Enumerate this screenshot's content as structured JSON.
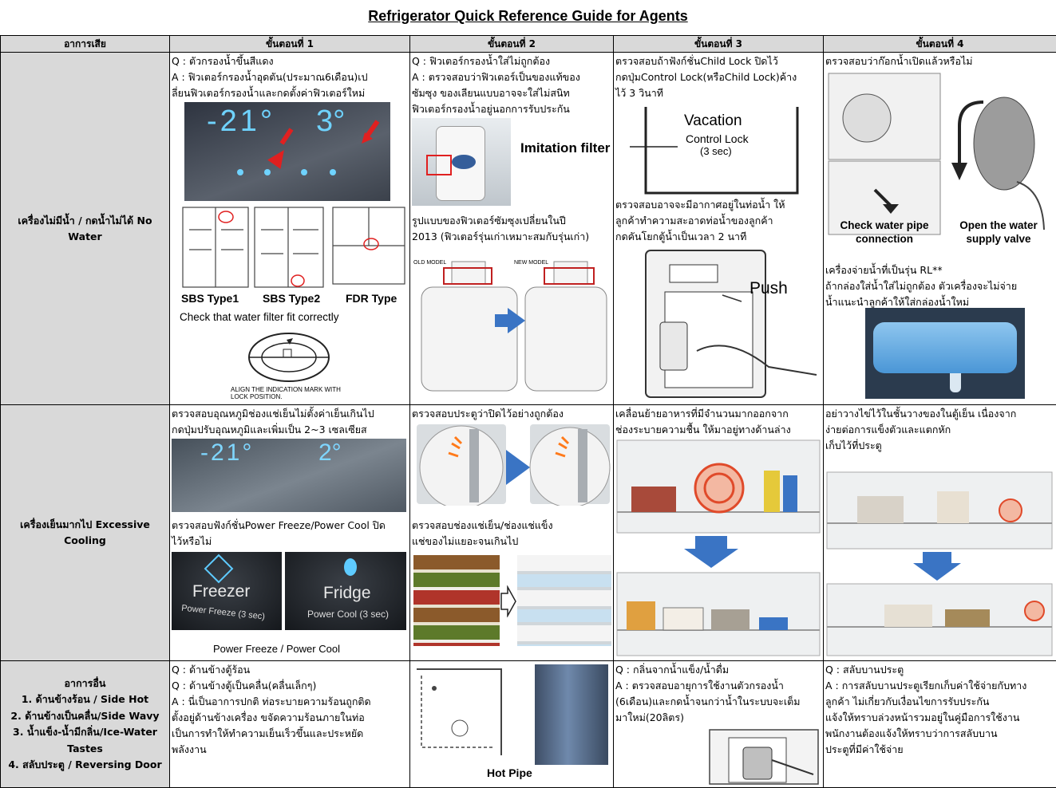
{
  "title": "Refrigerator Quick Reference Guide for Agents",
  "headers": [
    "อาการเสีย",
    "ขั้นตอนที่ 1",
    "ขั้นตอนที่ 2",
    "ขั้นตอนที่ 3",
    "ขั้นตอนที่ 4"
  ],
  "rows": [
    {
      "symptom": "เครื่องไม่มีน้ำ / กดน้ำไม่ได้ No Water",
      "step1": {
        "lines": [
          "Q : ตัวกรองน้ำขึ้นสีแดง",
          "A : ฟิวเตอร์กรองน้ำอุดตัน(ประมาณ6เดือน)เป",
          "ลี่ยนฟิวเตอร์กรองน้ำและกดตั้งค่าฟิวเตอร์ใหม่"
        ],
        "display_left": "-21°",
        "display_right": "3°",
        "types": [
          "SBS Type1",
          "SBS Type2",
          "FDR Type"
        ],
        "note": "Check that water filter fit correctly",
        "align_label": "ALIGN THE INDICATION MARK WITH LOCK POSITION."
      },
      "step2": {
        "lines": [
          "Q : ฟิวเตอร์กรองน้ำใส่ไม่ถูกต้อง",
          "A : ตรวจสอบว่าฟิวเตอร์เป็นของแท้ของ",
          "ซัมซุง   ของเลียนแบบอาจจะใส่ไม่สนิท",
          "ฟิวเตอร์กรองน้ำอยู่นอกการรับประกัน"
        ],
        "imitation": "Imitation filter",
        "lines2": [
          "รูปแบบของฟิวเตอร์ซัมซุงเปลี่ยนในปี",
          "2013 (ฟิวเตอร์รุ่นเก่าเหมาะสมกับรุ่นเก่า)"
        ],
        "old_model": "OLD MODEL",
        "new_model": "NEW MODEL"
      },
      "step3": {
        "lines": [
          "ตรวจสอบถ้าฟังก์ชั่นChild Lock ปิดไว้",
          "กดปุ่มControl Lock(หรือChild Lock)ค้าง",
          "ไว้   3 วินาที"
        ],
        "vacation": "Vacation",
        "control_lock": "Control Lock",
        "sec": "(3 sec)",
        "lines2": [
          "ตรวจสอบอาจจะมีอากาศอยู่ในท่อน้ำ   ให้",
          "ลูกค้าทำความสะอาดท่อน้ำของลูกค้า",
          "กดคันโยกตู้น้ำเป็นเวลา   2 นาที"
        ],
        "push": "Push"
      },
      "step4": {
        "lines": [
          "ตรวจสอบว่าก๊อกน้ำเปิดแล้วหรือไม่"
        ],
        "check_pipe": "Check water pipe connection",
        "open_valve": "Open the water supply valve",
        "lines2": [
          "เครื่องจ่ายน้ำที่เป็นรุ่น   RL**",
          "ถ้ากล่องใส่น้ำใส่ไม่ถูกต้อง   ตัวเครื่องจะไม่จ่าย",
          "น้ำแนะนำลูกค้าให้ใส่กล่องน้ำใหม่"
        ]
      }
    },
    {
      "symptom": "เครื่องเย็นมากไป Excessive Cooling",
      "step1": {
        "lines": [
          "ตรวจสอบอุณหภูมิช่องแช่เย็นไม่ตั้งค่าเย็นเกินไป",
          "กดปุ่มปรับอุณหภูมิและเพิ่มเป็น   2~3 เซลเซียส"
        ],
        "display_left": "-21°",
        "display_right": "2°",
        "lines2": [
          "ตรวจสอบฟังก์ชั่นPower Freeze/Power Cool ปิด",
          "ไว้หรือไม่"
        ],
        "freezer": "Freezer",
        "power_freeze": "Power Freeze (3 sec)",
        "fridge": "Fridge",
        "power_cool": "Power Cool (3 sec)",
        "caption": "Power Freeze / Power Cool"
      },
      "step2": {
        "lines": [
          "ตรวจสอบประตูว่าปิดไว้อย่างถูกต้อง"
        ],
        "lines2": [
          "ตรวจสอบช่องแช่เย็น/ช่องแช่แข็ง",
          "แช่ของไม่แยอะจนเกินไป"
        ]
      },
      "step3": {
        "lines": [
          "เคลื่อนย้ายอาหารที่มีจำนวนมากออกจาก",
          "ช่องระบายความชื้น   ให้มาอยู่ทางด้านล่าง"
        ]
      },
      "step4": {
        "lines": [
          "อย่าวางไข่ไว้ในชั้นวางของในตู้เย็น   เนื่องจาก",
          "ง่ายต่อการแข็งตัวและแตกหัก",
          "เก็บไว้ที่ประตู"
        ]
      }
    },
    {
      "symptom_lines": [
        "อาการอื่น",
        "1. ด้านข้างร้อน / Side Hot",
        "2. ด้านข้างเป็นคลื่น/Side Wavy",
        "3. น้ำแข็ง-น้ำมีกลิ่น/Ice-Water",
        "Tastes",
        "4. สลับประตู / Reversing Door"
      ],
      "step1": {
        "lines": [
          "Q : ด้านข้างตู้ร้อน",
          "Q : ด้านข้างตู้เป็นคลื่น(คลื่นเล็กๆ)",
          "A : นี่เป็นอาการปกติ   ท่อระบายความร้อนถูกติด",
          "ตั้งอยู่ด้านข้างเครื่อง   ขจัดความร้อนภายในท่อ",
          "เป็นการทำให้ทำความเย็นเร็วขึ้นและประหยัด",
          "พลังงาน"
        ]
      },
      "step2": {
        "hot_pipe": "Hot Pipe"
      },
      "step3": {
        "lines": [
          "Q : กลิ่นจากน้ำแข็ง/น้ำดื่ม",
          "A : ตรวจสอบอายุการใช้งานตัวกรองน้ำ",
          "(6เดือน)และกดน้ำจนกว่าน้ำในระบบจะเต็ม",
          "มาใหม่(20ลิตร)"
        ]
      },
      "step4": {
        "lines": [
          "Q : สลับบานประตู",
          "A : การสลับบานประตูเรียกเก็บค่าใช้จ่ายกับทาง",
          "ลูกค้า   ไม่เกี่ยวกับเงื่อนไขการรับประกัน",
          "แจ้งให้ทราบล่วงหน้ารวมอยู่ในคู่มือการใช้งาน",
          "   พนักงานต้องแจ้งให้ทราบว่าการสลับบาน",
          "ประตูที่มีค่าใช้จ่าย"
        ]
      }
    }
  ],
  "colors": {
    "header_bg": "#d9d9d9",
    "red": "#e02020",
    "arrow_blue": "#3a74c4"
  }
}
